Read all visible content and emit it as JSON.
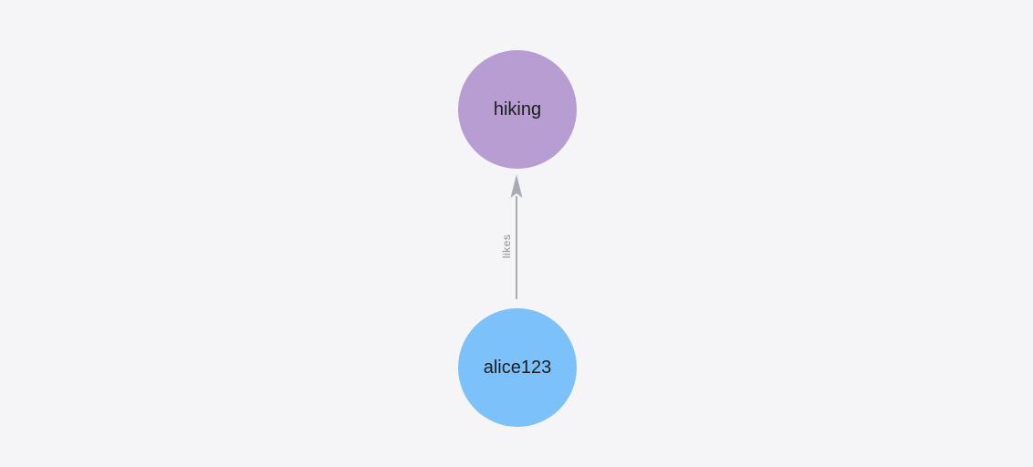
{
  "background_color": "#f5f5f7",
  "graph": {
    "nodes": [
      {
        "id": "hiking",
        "label": "hiking",
        "color": "#b89dd2",
        "text_color": "#1b1d20",
        "shape": "circle"
      },
      {
        "id": "alice123",
        "label": "alice123",
        "color": "#7cc1fa",
        "text_color": "#1b1d20",
        "shape": "circle"
      }
    ],
    "edges": [
      {
        "from": "alice123",
        "to": "hiking",
        "label": "likes",
        "color": "#a9abb2",
        "label_color": "#8f9298",
        "direction": "up",
        "arrow": "to"
      }
    ]
  }
}
